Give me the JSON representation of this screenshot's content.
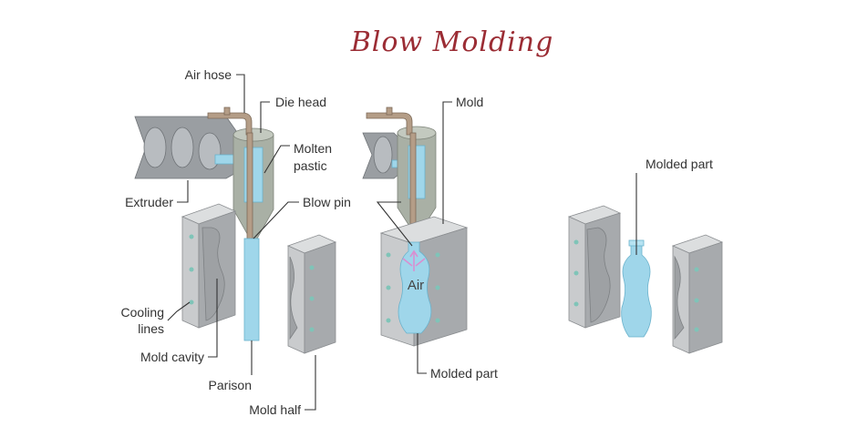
{
  "title": "Blow Molding",
  "labels": {
    "air_hose": "Air hose",
    "die_head": "Die head",
    "molten_plastic_line1": "Molten",
    "molten_plastic_line2": "pastic",
    "extruder": "Extruder",
    "blow_pin": "Blow pin",
    "cooling_lines_line1": "Cooling",
    "cooling_lines_line2": "lines",
    "mold_cavity": "Mold cavity",
    "parison": "Parison",
    "mold_half": "Mold half",
    "mold": "Mold",
    "air": "Air",
    "molded_part_center": "Molded part",
    "molded_part_right": "Molded part"
  },
  "colors": {
    "title": "#9b2c34",
    "plastic": "#9fd6ea",
    "mold": "#c9cbcd",
    "pipe": "#b49d87",
    "cooling_dots": "#7fc4b8",
    "air_arrow": "#d98fd0"
  }
}
